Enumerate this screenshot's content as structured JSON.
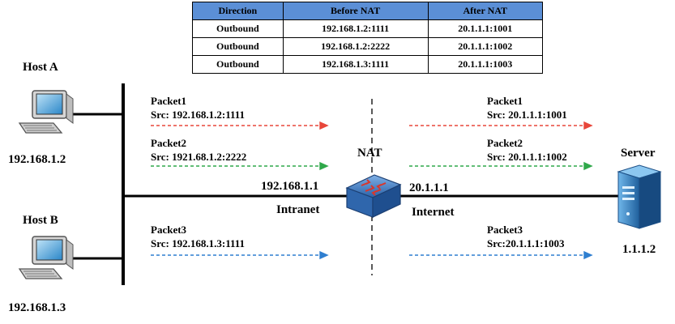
{
  "table": {
    "headers": [
      "Direction",
      "Before NAT",
      "After NAT"
    ],
    "rows": [
      [
        "Outbound",
        "192.168.1.2:1111",
        "20.1.1.1:1001"
      ],
      [
        "Outbound",
        "192.168.1.2:2222",
        "20.1.1.1:1002"
      ],
      [
        "Outbound",
        "192.168.1.3:1111",
        "20.1.1.1:1003"
      ]
    ]
  },
  "hosts": {
    "a": {
      "name": "Host A",
      "ip": "192.168.1.2"
    },
    "b": {
      "name": "Host B",
      "ip": "192.168.1.3"
    }
  },
  "server": {
    "name": "Server",
    "ip": "1.1.1.2"
  },
  "nat": {
    "label": "NAT",
    "inside_ip": "192.168.1.1",
    "inside_label": "Intranet",
    "outside_ip": "20.1.1.1",
    "outside_label": "Internet"
  },
  "packets": {
    "left": [
      {
        "title": "Packet1",
        "src": "Src: 192.168.1.2:1111",
        "color": "#e8463a"
      },
      {
        "title": "Packet2",
        "src": "Src: 1921.68.1.2:2222",
        "color": "#2fa84a"
      },
      {
        "title": "Packet3",
        "src": "Src: 192.168.1.3:1111",
        "color": "#2f7fd0"
      }
    ],
    "right": [
      {
        "title": "Packet1",
        "src": "Src: 20.1.1.1:1001",
        "color": "#e8463a"
      },
      {
        "title": "Packet2",
        "src": "Src: 20.1.1.1:1002",
        "color": "#2fa84a"
      },
      {
        "title": "Packet3",
        "src": "Src:20.1.1.1:1003",
        "color": "#2f7fd0"
      }
    ]
  },
  "colors": {
    "table_header": "#5b8fd6",
    "router": "#3a78c2"
  }
}
